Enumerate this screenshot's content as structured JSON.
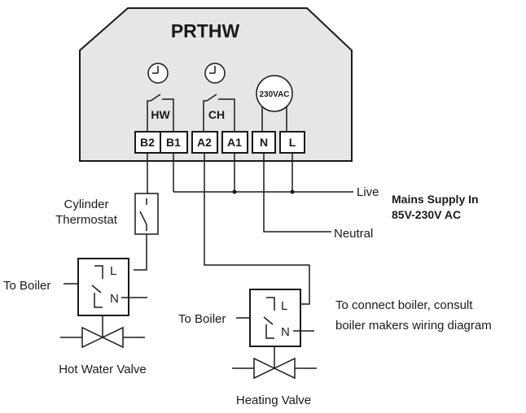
{
  "controller": {
    "name": "PRTHW",
    "supply_badge": "230VAC",
    "channels": {
      "hot_water": "HW",
      "central_heating": "CH"
    },
    "terminals": [
      "B2",
      "B1",
      "A2",
      "A1",
      "N",
      "L"
    ]
  },
  "labels": {
    "live": "Live",
    "neutral": "Neutral",
    "mains_line1": "Mains Supply In",
    "mains_line2": "85V-230V AC",
    "cylinder_line1": "Cylinder",
    "cylinder_line2": "Thermostat",
    "to_boiler": "To Boiler",
    "relay_live": "L",
    "relay_neutral": "N",
    "hot_water_valve": "Hot Water Valve",
    "heating_valve": "Heating Valve",
    "note_line1": "To connect boiler, consult",
    "note_line2": "boiler makers wiring diagram"
  }
}
